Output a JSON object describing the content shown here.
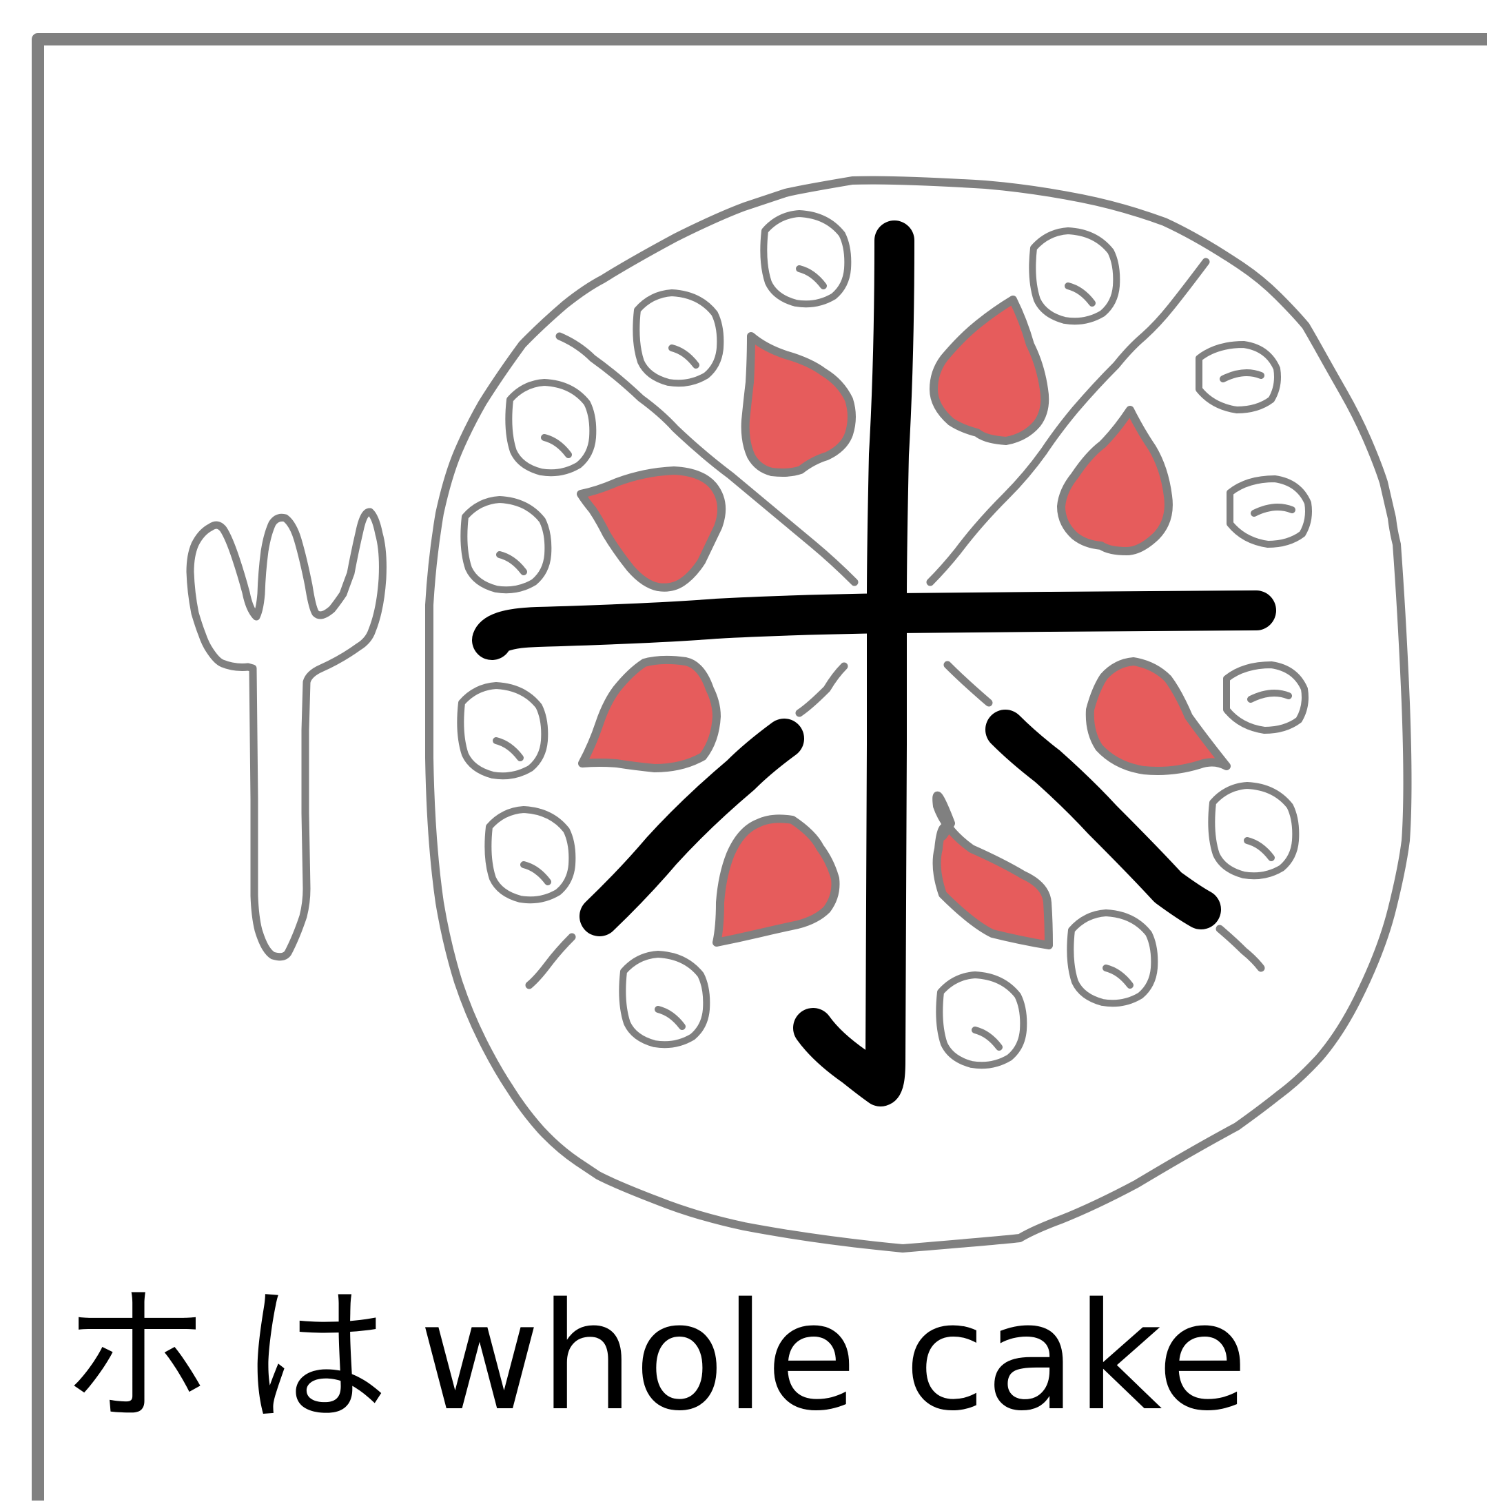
{
  "caption": {
    "kana_ho": "ホ",
    "particle_ha": "は",
    "word": "whole cake"
  },
  "colors": {
    "frame": "#808080",
    "outline": "#808080",
    "strawberry": "#e65c5c",
    "character_stroke": "#000000",
    "background": "#ffffff"
  },
  "icons": [
    "fork-icon",
    "whole-cake-icon",
    "strawberry-icon",
    "cream-swirl-icon",
    "kana-ho-glyph"
  ]
}
